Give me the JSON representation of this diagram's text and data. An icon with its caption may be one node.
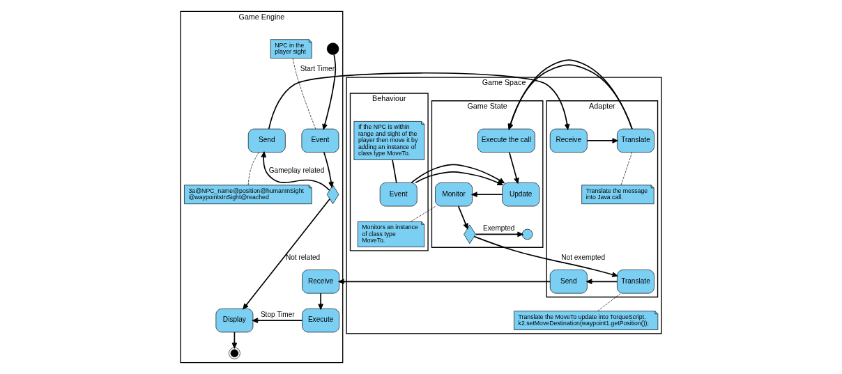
{
  "diagram": {
    "nodes": [
      {
        "text": [
          "Game Engine"
        ]
      },
      {
        "text": [
          "Game Space"
        ]
      },
      {
        "text": [
          "Adapter"
        ],
        "in": 1
      },
      {
        "text": [
          "Game State"
        ],
        "in": 1
      },
      {
        "text": [
          "Behaviour"
        ],
        "in": 1
      },
      {
        "text": [],
        "shape": "circle",
        "in": 0
      },
      {
        "text": [
          "NPC in the player sight"
        ],
        "in": 0
      },
      {
        "text": [
          "Event"
        ],
        "in": 0
      },
      {
        "text": [],
        "shape": "diamond",
        "in": 0
      },
      {
        "text": [
          "Send"
        ],
        "in": 0
      },
      {
        "text": [
          "3a@NPC_name@position@humanInSight @waypointsInSight@reached"
        ],
        "in": 0
      },
      {
        "text": [
          "Receive"
        ],
        "in": 2
      },
      {
        "text": [
          "Execute"
        ],
        "in": 0
      },
      {
        "text": [
          "Display"
        ],
        "in": 0
      },
      {
        "text": [],
        "shape": "circle",
        "in": 0
      },
      {
        "text": [
          "Receive"
        ],
        "in": 0
      },
      {
        "text": [
          "Translate"
        ],
        "in": 2
      },
      {
        "text": [
          "Translate the message into Java call."
        ],
        "in": 2
      },
      {
        "text": [
          "Send"
        ],
        "in": 2
      },
      {
        "text": [
          "Translate"
        ],
        "in": 2
      },
      {
        "text": [
          "Translate the MoveTo update into TorqueScript.",
          "k2.setMoveDestination(waypoint1.getPosition());"
        ],
        "in": 1
      },
      {
        "text": [
          "Execute the call"
        ],
        "in": 3
      },
      {
        "text": [
          "Update"
        ],
        "in": 3
      },
      {
        "text": [
          "Monitor"
        ],
        "in": 3
      },
      {
        "text": [],
        "shape": "diamond",
        "in": 3
      },
      {
        "text": [],
        "shape": "circle",
        "in": 3
      },
      {
        "text": [
          "Monitors an instance of class type MoveTo."
        ],
        "in": 4
      },
      {
        "text": [
          "If the NPC is within range and sight of the player then move it by adding an instance of class type MoveTo."
        ],
        "in": 4
      },
      {
        "text": [
          "Event"
        ],
        "in": 4
      }
    ],
    "edges": [
      {
        "from": 5,
        "to": 7,
        "arrow": "to"
      },
      {
        "from": 6,
        "to": 7,
        "arrow": "none",
        "style": "dashed"
      },
      {
        "from": 7,
        "to": 8,
        "arrow": "to"
      },
      {
        "from": 8,
        "to": 9,
        "arrow": "to",
        "label": "Gameplay related"
      },
      {
        "from": 8,
        "to": 13,
        "arrow": "to",
        "label": "Not related"
      },
      {
        "from": 10,
        "to": 9,
        "arrow": "none",
        "style": "dashed"
      },
      {
        "from": 9,
        "to": 11,
        "arrow": "to",
        "label": "Start Timer"
      },
      {
        "from": 11,
        "to": 16,
        "arrow": "to"
      },
      {
        "from": 17,
        "to": 16,
        "arrow": "none",
        "style": "dashed"
      },
      {
        "from": 16,
        "to": 21,
        "arrow": "to"
      },
      {
        "from": 21,
        "to": 22,
        "arrow": "to"
      },
      {
        "from": 27,
        "to": 28,
        "arrow": "none"
      },
      {
        "from": 28,
        "to": 22,
        "arrow": "to"
      },
      {
        "from": 22,
        "to": 23,
        "arrow": "to"
      },
      {
        "from": 26,
        "to": 23,
        "arrow": "none",
        "style": "dashed"
      },
      {
        "from": 23,
        "to": 24,
        "arrow": "to"
      },
      {
        "from": 24,
        "to": 19,
        "arrow": "to",
        "label": "Not exempted"
      },
      {
        "from": 24,
        "to": 25,
        "arrow": "to",
        "label": "Exempted"
      },
      {
        "from": 20,
        "to": 19,
        "arrow": "none",
        "style": "dashed"
      },
      {
        "from": 19,
        "to": 18,
        "arrow": "to"
      },
      {
        "from": 18,
        "to": 15,
        "arrow": "to"
      },
      {
        "from": 15,
        "to": 12,
        "arrow": "to"
      },
      {
        "from": 12,
        "to": 13,
        "arrow": "to",
        "label": "Stop Timer"
      },
      {
        "from": 13,
        "to": 14,
        "arrow": "to"
      }
    ]
  }
}
